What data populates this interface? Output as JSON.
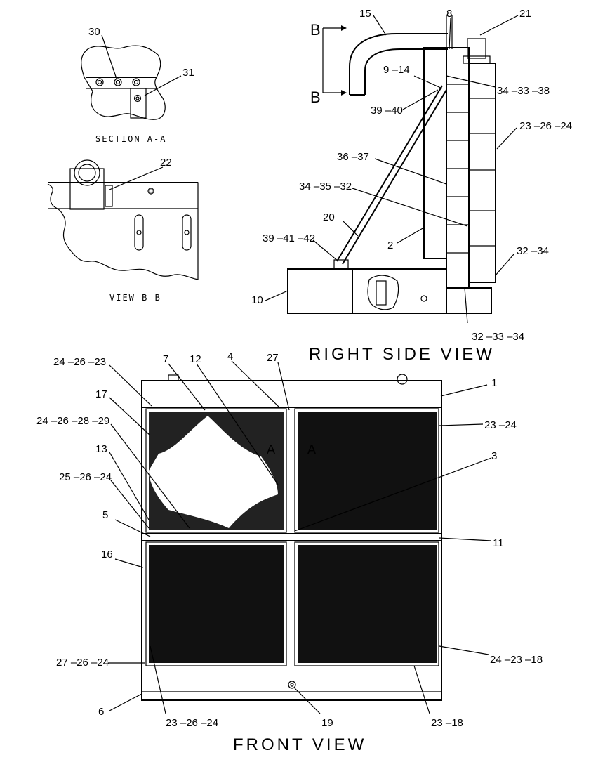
{
  "views": {
    "section_aa": "SECTION A-A",
    "view_bb": "VIEW B-B",
    "right_side": "RIGHT SIDE VIEW",
    "front": "FRONT VIEW"
  },
  "section_markers": {
    "b_top": "B",
    "b_bottom": "B",
    "a_left": "A",
    "a_right": "A"
  },
  "callouts": {
    "c30": "30",
    "c31": "31",
    "c22": "22",
    "c15": "15",
    "c8": "8",
    "c21": "21",
    "c9_14": "9 –14",
    "c34_33_38": "34 –33 –38",
    "c39_40": "39 –40",
    "c23_26_24_rs": "23 –26 –24",
    "c36_37": "36 –37",
    "c34_35_32": "34 –35 –32",
    "c20": "20",
    "c39_41_42": "39 –41 –42",
    "c2": "2",
    "c32_34": "32 –34",
    "c10": "10",
    "c32_33_34": "32 –33 –34",
    "c24_26_23": "24 –26 –23",
    "c7": "7",
    "c12": "12",
    "c4": "4",
    "c27": "27",
    "c1": "1",
    "c17": "17",
    "c24_26_28_29": "24 –26 –28 –29",
    "c23_24": "23 –24",
    "c13": "13",
    "c3": "3",
    "c25_26_24": "25 –26 –24",
    "c5": "5",
    "c11": "11",
    "c16": "16",
    "c27_26_24": "27 –26 –24",
    "c24_23_18": "24 –23 –18",
    "c6": "6",
    "c23_26_24_fv": "23 –26 –24",
    "c19": "19",
    "c23_18": "23 –18"
  }
}
